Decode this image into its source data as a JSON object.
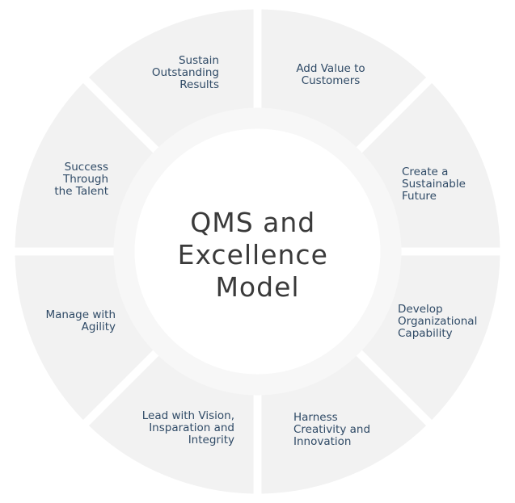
{
  "diagram": {
    "center_title": [
      "QMS and",
      "Excellence",
      "Model"
    ],
    "segments": [
      {
        "lines": [
          "Add Value to",
          "Customers"
        ],
        "align": "middle"
      },
      {
        "lines": [
          "Create a",
          "Sustainable",
          "Future"
        ],
        "align": "start"
      },
      {
        "lines": [
          "Develop",
          "Organizational",
          "Capability"
        ],
        "align": "start"
      },
      {
        "lines": [
          "Harness",
          "Creativity and",
          "Innovation"
        ],
        "align": "start"
      },
      {
        "lines": [
          "Lead with Vision,",
          "Insparation and",
          "Integrity"
        ],
        "align": "end"
      },
      {
        "lines": [
          "Manage with",
          "Agility"
        ],
        "align": "end"
      },
      {
        "lines": [
          "Success",
          "Through",
          "the Talent"
        ],
        "align": "end"
      },
      {
        "lines": [
          "Sustain",
          "Outstanding",
          "Results"
        ],
        "align": "end"
      }
    ],
    "colors": {
      "segment_fill": "#f2f2f2",
      "inner_ring": "#f7f7f7",
      "center_fill": "#ffffff",
      "label_text": "#2f4a66",
      "title_text": "#3a3a3a"
    }
  }
}
